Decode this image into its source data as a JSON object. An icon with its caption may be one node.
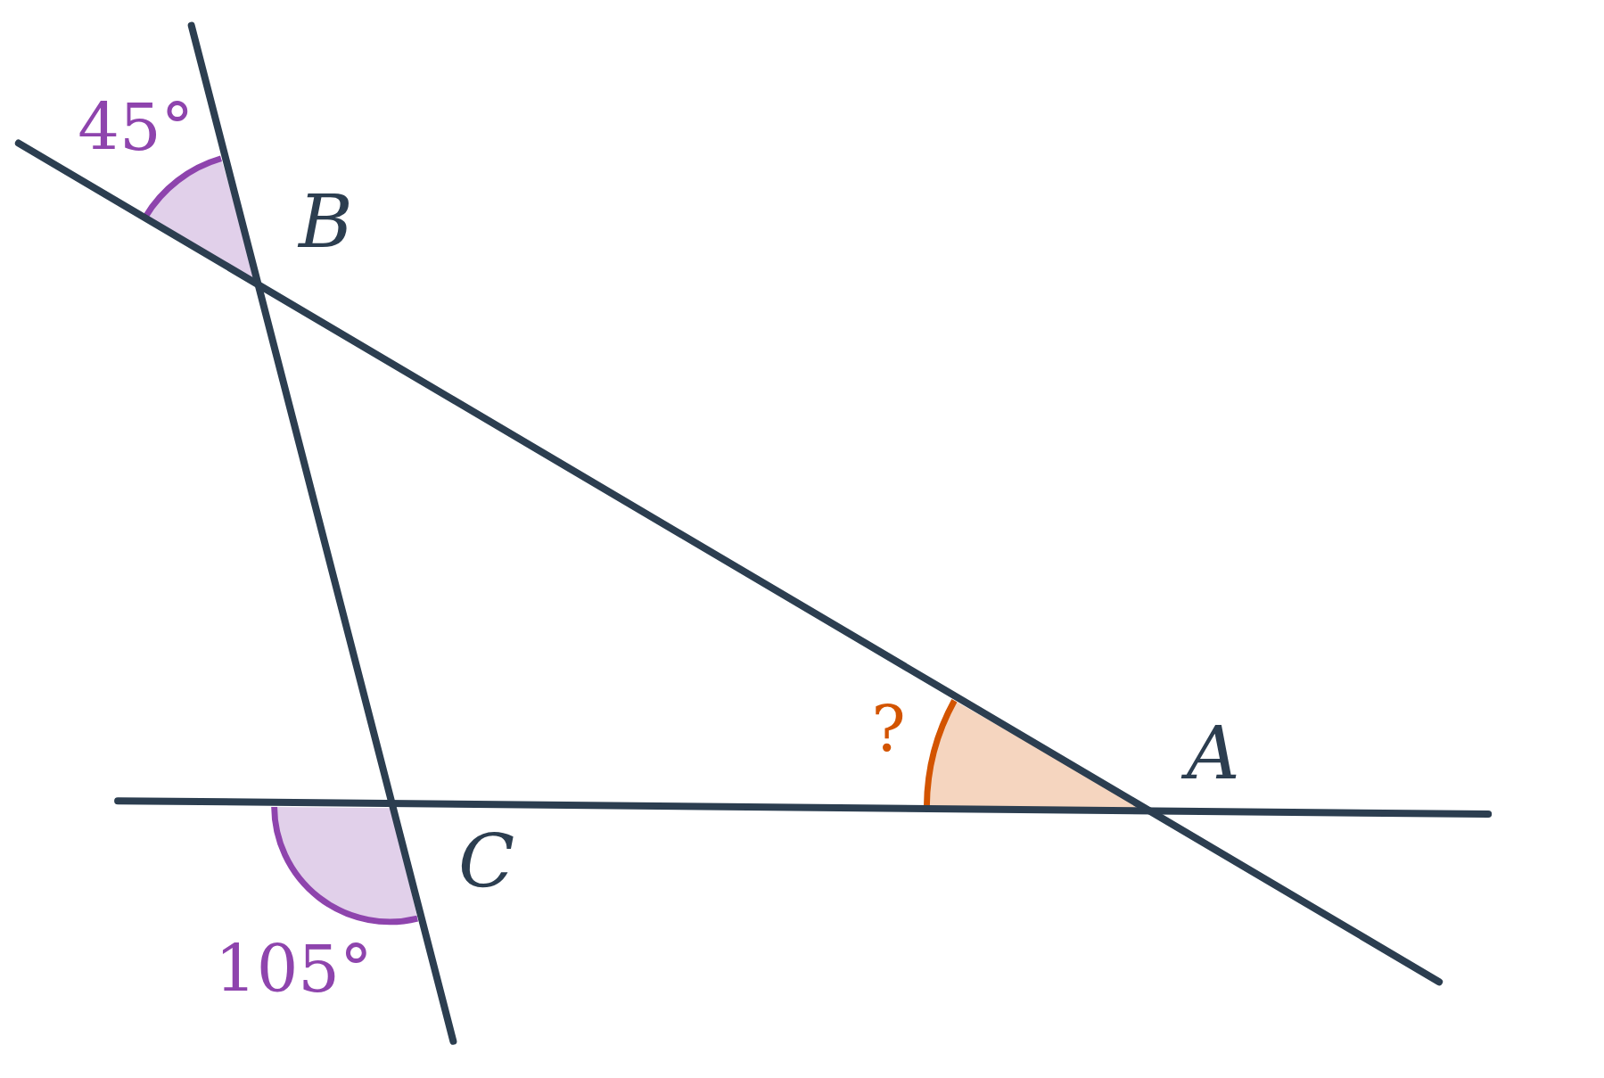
{
  "diagram": {
    "labels": [
      "45°",
      "B",
      "?",
      "A",
      "C",
      "105°"
    ]
  }
}
